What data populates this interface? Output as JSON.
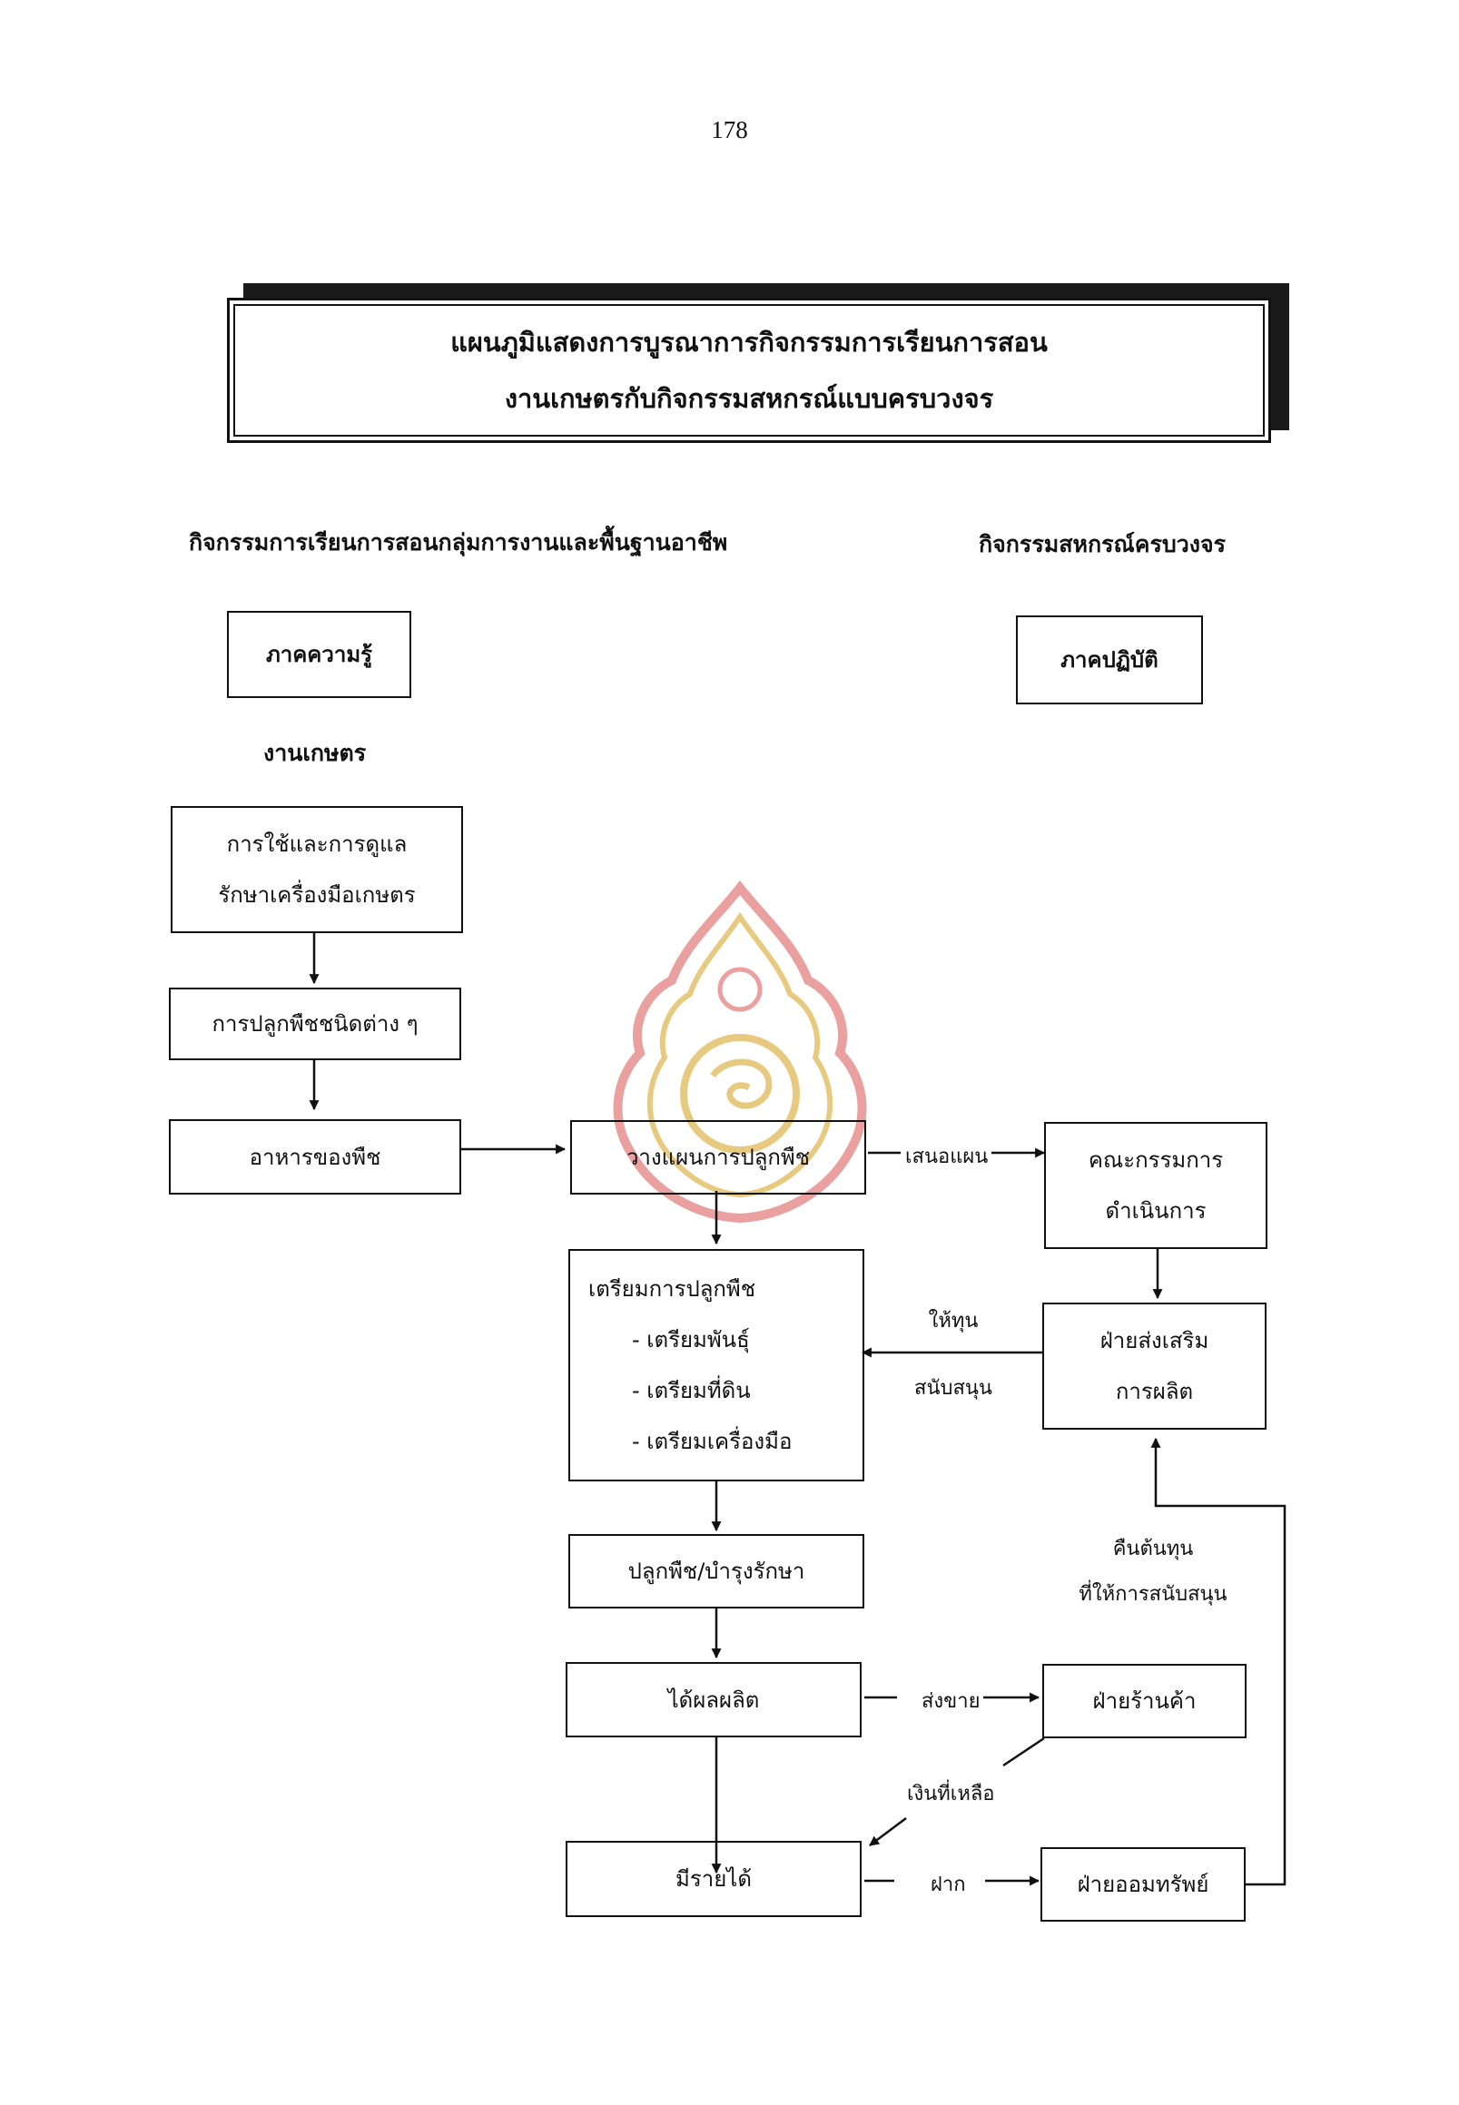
{
  "page_number": "178",
  "title": {
    "line1": "แผนภูมิแสดงการบูรณาการกิจกรรมการเรียนการสอน",
    "line2": "งานเกษตรกับกิจกรรมสหกรณ์แบบครบวงจร"
  },
  "headings": {
    "left": "กิจกรรมการเรียนการสอนกลุ่มการงานและพื้นฐานอาชีพ",
    "right": "กิจกรรมสหกรณ์ครบวงจร"
  },
  "sections": {
    "knowledge": "ภาคความรู้",
    "practice": "ภาคปฏิบัติ",
    "agriculture": "งานเกษตร"
  },
  "boxes": {
    "tool_care": [
      "การใช้และการดูแล",
      "รักษาเครื่องมือเกษตร"
    ],
    "plant_types": "การปลูกพืชชนิดต่าง ๆ",
    "plant_food": "อาหารของพืช",
    "plan_planting": "วางแผนการปลูกพืช",
    "committee": [
      "คณะกรรมการ",
      "ดำเนินการ"
    ],
    "prepare": {
      "title": "เตรียมการปลูกพืช",
      "items": [
        "- เตรียมพันธุ์",
        "- เตรียมที่ดิน",
        "- เตรียมเครื่องมือ"
      ]
    },
    "promotion": [
      "ฝ่ายส่งเสริม",
      "การผลิต"
    ],
    "grow": "ปลูกพืช/บำรุงรักษา",
    "produce": "ได้ผลผลิต",
    "shop": "ฝ่ายร้านค้า",
    "income": "มีรายได้",
    "savings": "ฝ่ายออมทรัพย์"
  },
  "edge_labels": {
    "propose_plan": "เสนอแผน",
    "fund_support": [
      "ให้ทุน",
      "สนับสนุน"
    ],
    "repay_capital": [
      "คืนต้นทุน",
      "ที่ให้การสนับสนุน"
    ],
    "sell": "ส่งขาย",
    "remaining_money": "เงินที่เหลือ",
    "deposit": "ฝาก"
  },
  "colors": {
    "line": "#111111",
    "title_shadow": "#1a1a1a",
    "seal_red": "#d9534f",
    "seal_gold": "#d4a017"
  }
}
